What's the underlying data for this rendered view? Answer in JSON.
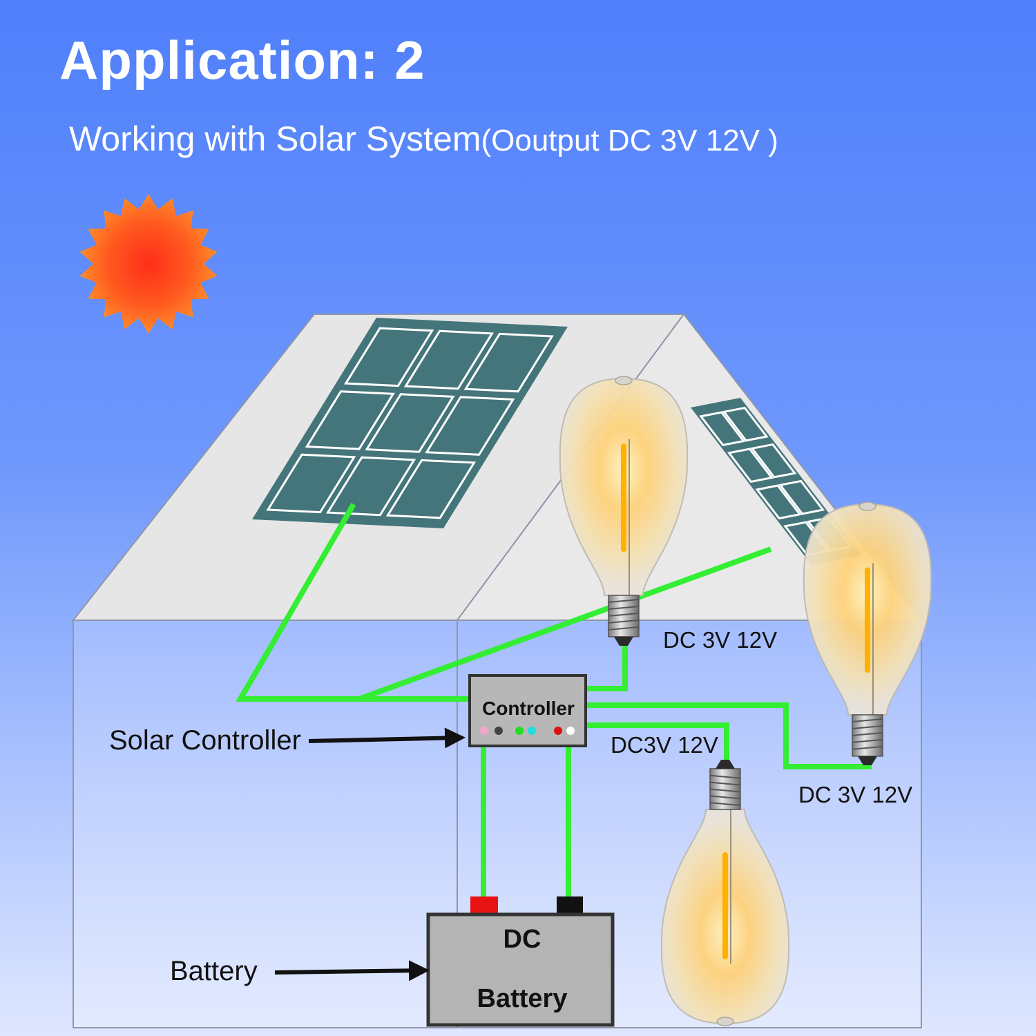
{
  "title": "Application: 2",
  "subtitle_main": "Working with Solar System",
  "subtitle_paren": "(Ooutput DC 3V 12V )",
  "controller": {
    "label": "Controller",
    "terminal_colors": [
      "#f4a6c8",
      "#444444",
      "#22dd22",
      "#22dddd",
      "#dd1111",
      "#ffffff"
    ]
  },
  "battery": {
    "line1": "DC",
    "line2": "Battery"
  },
  "labels": {
    "solar_controller": "Solar Controller",
    "battery": "Battery",
    "bulb1_voltage": "DC 3V 12V",
    "bulb2_voltage": "DC 3V 12V",
    "bulb3_voltage": "DC3V 12V"
  },
  "colors": {
    "sky_top": "#4f7ffb",
    "sky_bottom": "#dfe7ff",
    "wire": "#33ee33",
    "panel": "#44757a",
    "roof": "#e6e6e6",
    "sun": "#ff5a1f"
  },
  "icons": [
    "sun-icon",
    "solar-panel-icon",
    "bulb-icon",
    "arrow-icon",
    "battery-icon"
  ]
}
